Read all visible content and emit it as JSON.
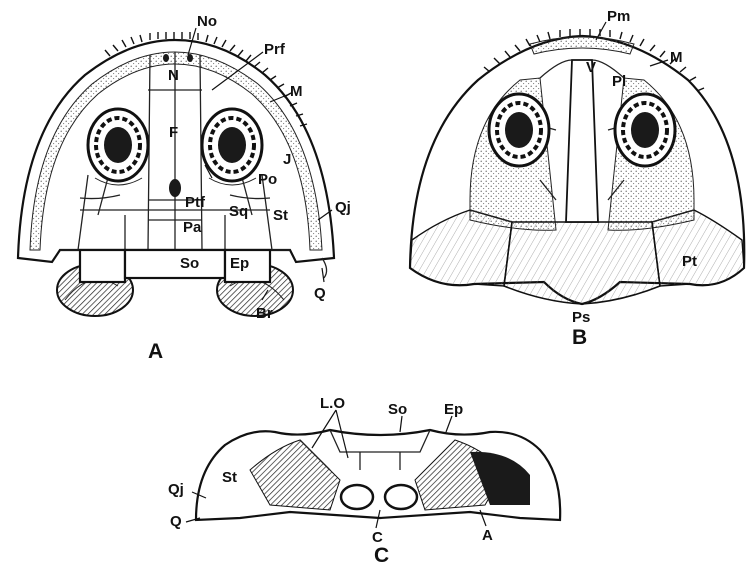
{
  "panels": [
    {
      "id": "A",
      "label": "A"
    },
    {
      "id": "B",
      "label": "B"
    },
    {
      "id": "C",
      "label": "C"
    }
  ],
  "labels_A": {
    "No": "No",
    "Prf": "Prf",
    "M": "M",
    "N": "N",
    "F": "F",
    "J": "J",
    "Po": "Po",
    "Ptf": "Ptf",
    "Sq": "Sq",
    "St": "St",
    "Qj": "Qj",
    "Pa": "Pa",
    "So": "So",
    "Ep": "Ep",
    "Q": "Q",
    "Br": "Br"
  },
  "labels_B": {
    "Pm": "Pm",
    "M": "M",
    "V": "V",
    "Pl": "Pl",
    "Pt": "Pt",
    "Ps": "Ps"
  },
  "labels_C": {
    "LO": "L.O",
    "So": "So",
    "Ep": "Ep",
    "Qj": "Qj",
    "St": "St",
    "Q": "Q",
    "C": "C",
    "A": "A"
  }
}
